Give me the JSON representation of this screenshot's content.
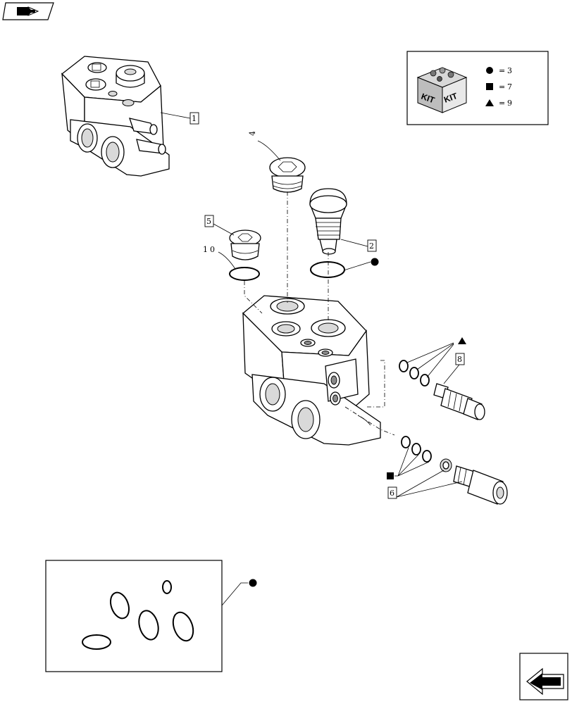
{
  "kit_legend": {
    "kit_label_left": "KIT",
    "kit_label_right": "KIT",
    "entries": [
      {
        "symbol": "circle",
        "equals": "=",
        "value": "3"
      },
      {
        "symbol": "square",
        "equals": "=",
        "value": "7"
      },
      {
        "symbol": "triangle",
        "equals": "=",
        "value": "9"
      }
    ]
  },
  "callouts": {
    "part_1": "1",
    "part_2": "2",
    "part_4": "4",
    "part_5": "5",
    "part_6": "6",
    "part_8": "8",
    "part_10": "10"
  },
  "icons": {
    "top_left": "drawing-icon",
    "bottom_right": "arrow-nav-icon"
  }
}
